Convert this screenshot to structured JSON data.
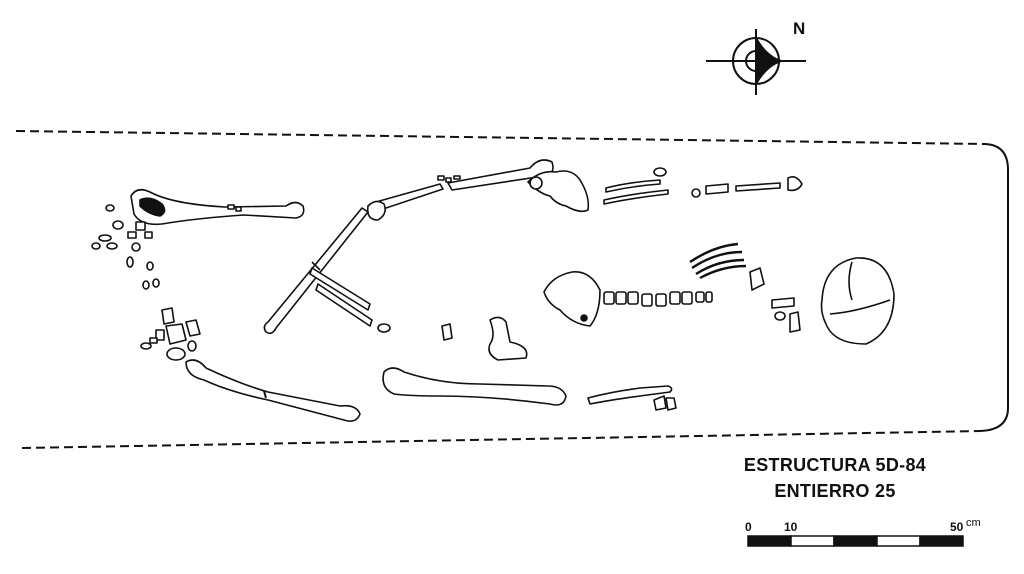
{
  "drawing": {
    "structure_label": "ESTRUCTURA 5D-84",
    "burial_label": "ENTIERRO 25"
  },
  "north_arrow": {
    "label": "N",
    "icon": "north-arrow-icon"
  },
  "scale_bar": {
    "ticks": [
      "0",
      "10",
      "50"
    ],
    "unit": "cm",
    "max_value": 50
  },
  "colors": {
    "ink": "#111111",
    "paper": "#ffffff"
  }
}
